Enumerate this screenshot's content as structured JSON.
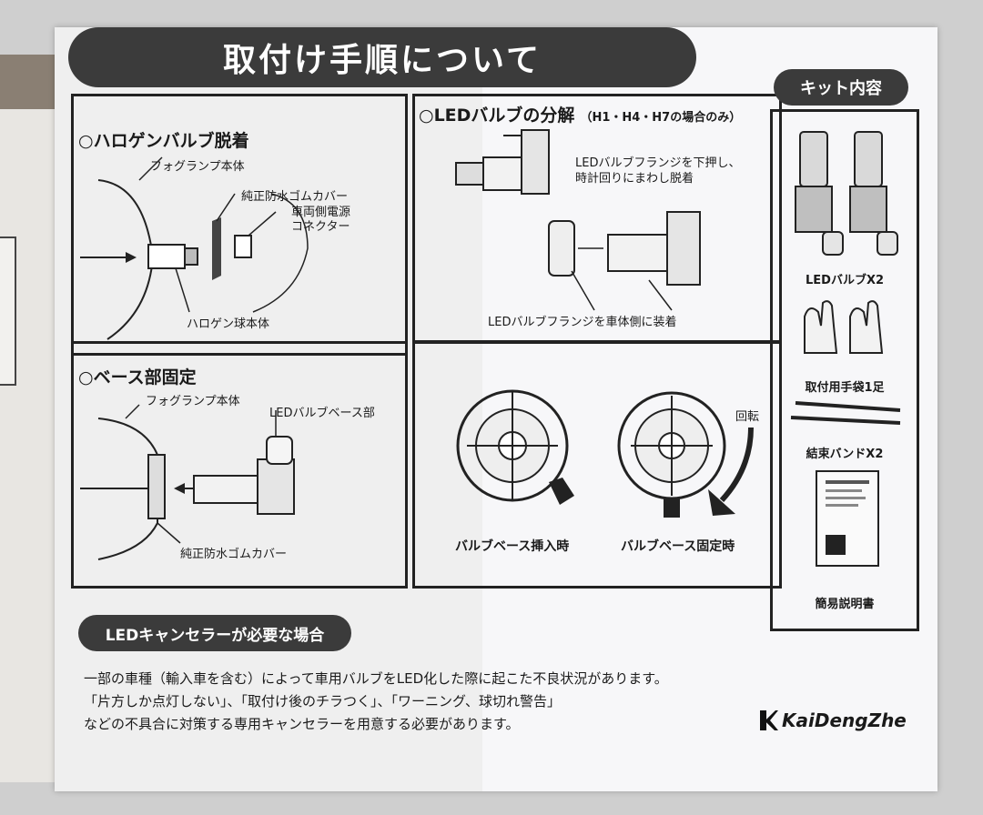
{
  "title": "取付け手順について",
  "panels": {
    "halogen": {
      "title": "○ハロゲンバルブ脱着",
      "labels": {
        "fog_body": "フォグランプ本体",
        "rubber_cover": "純正防水ゴムカバー",
        "power_connector_1": "車両側電源",
        "power_connector_2": "コネクター",
        "bulb_body": "ハロゲン球本体"
      }
    },
    "led_disassembly": {
      "title": "○LEDバルブの分解",
      "subtitle": "（H1・H4・H7の場合のみ）",
      "note_1": "LEDバルブフランジを下押し、",
      "note_2": "時計回りにまわし脱着",
      "flange_note": "LEDバルブフランジを車体側に装着"
    },
    "base_fix": {
      "title": "○ベース部固定",
      "labels": {
        "fog_body": "フォグランプ本体",
        "led_base": "LEDバルブベース部",
        "rubber_cover": "純正防水ゴムカバー"
      }
    },
    "rotation": {
      "rotate_label": "回転",
      "insert_label": "バルブベース挿入時",
      "fixed_label": "バルブベース固定時"
    }
  },
  "kit": {
    "title": "キット内容",
    "items": [
      "LEDバルブX2",
      "取付用手袋1足",
      "結束バンドX2",
      "簡易説明書"
    ]
  },
  "canceller": {
    "title": "LEDキャンセラーが必要な場合",
    "lines": [
      "一部の車種（輸入車を含む）によって車用バルブをLED化した際に起こた不良状況があります。",
      "「片方しか点灯しない」、「取付け後のチラつく」、「ワーニング、球切れ警告」",
      "などの不具合に対策する専用キャンセラーを用意する必要があります。"
    ]
  },
  "brand": "KaiDengZhe"
}
